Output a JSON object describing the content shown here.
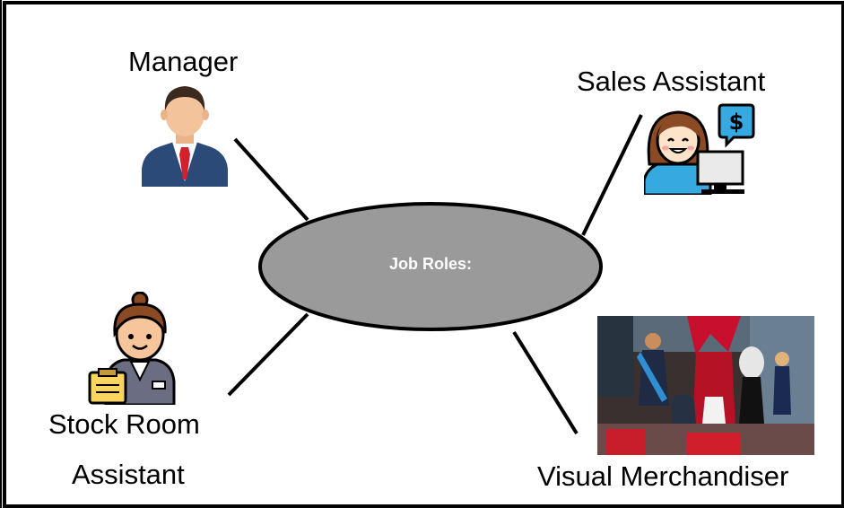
{
  "diagram": {
    "center_label": "Job Roles:",
    "roles": [
      {
        "label": "Manager",
        "icon": "manager-icon"
      },
      {
        "label": "Sales Assistant",
        "icon": "sales-assistant-icon"
      },
      {
        "label": "Stock Room",
        "label_line2": "Assistant",
        "icon": "stock-room-assistant-icon"
      },
      {
        "label": "Visual Merchandiser",
        "icon": "visual-merchandiser-photo"
      }
    ]
  },
  "colors": {
    "ellipse_fill": "#9a9a9a",
    "ellipse_stroke": "#000000",
    "connector": "#000000",
    "border": "#000000"
  }
}
